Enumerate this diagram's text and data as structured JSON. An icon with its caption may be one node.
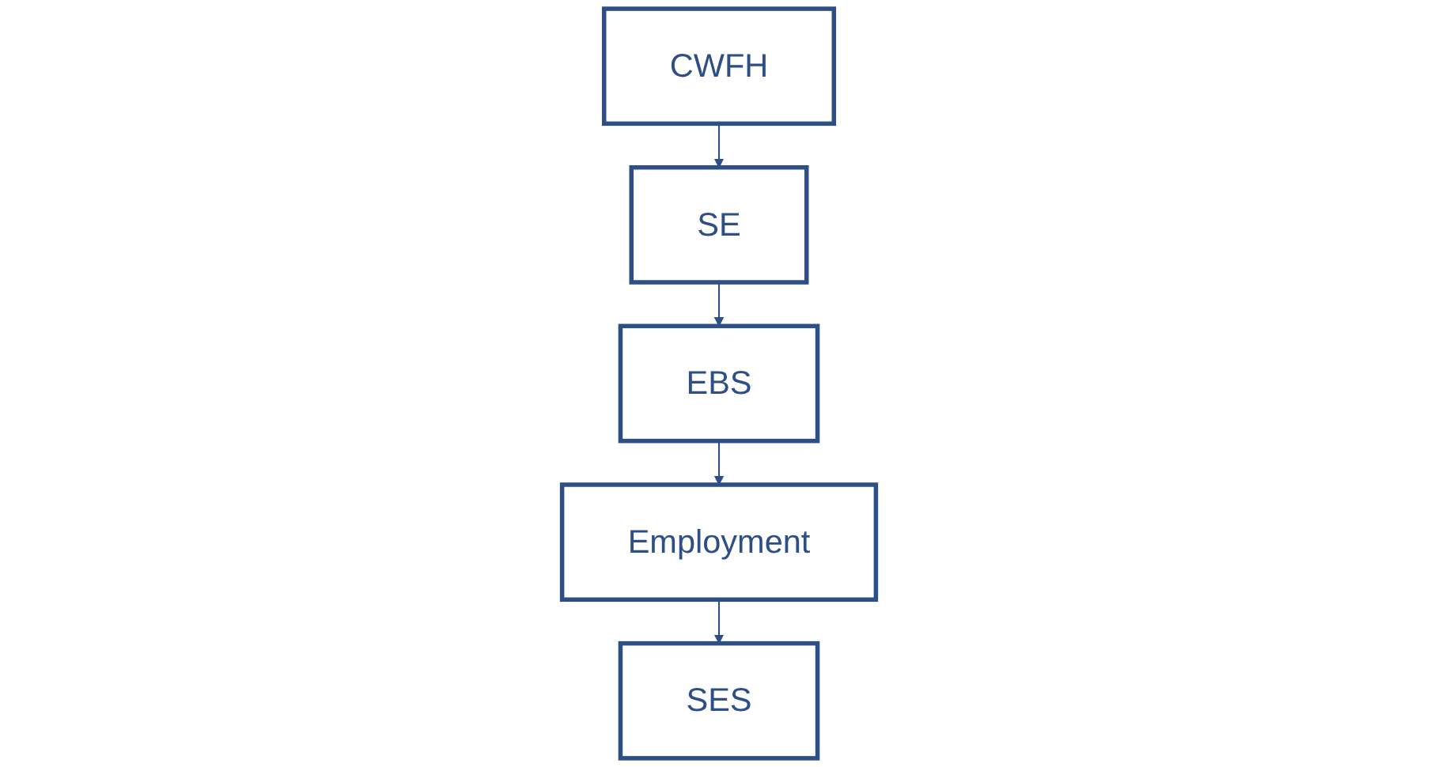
{
  "diagram": {
    "nodes": [
      {
        "text": [
          "CWFH"
        ]
      },
      {
        "text": [
          "SE"
        ]
      },
      {
        "text": [
          "EBS"
        ]
      },
      {
        "text": [
          "Employment"
        ]
      },
      {
        "text": [
          "SES"
        ]
      }
    ],
    "edges": [
      {
        "from": 0,
        "to": 1,
        "arrow": "to"
      },
      {
        "from": 1,
        "to": 2,
        "arrow": "to"
      },
      {
        "from": 2,
        "to": 3,
        "arrow": "to"
      },
      {
        "from": 3,
        "to": 4,
        "arrow": "to"
      }
    ]
  }
}
